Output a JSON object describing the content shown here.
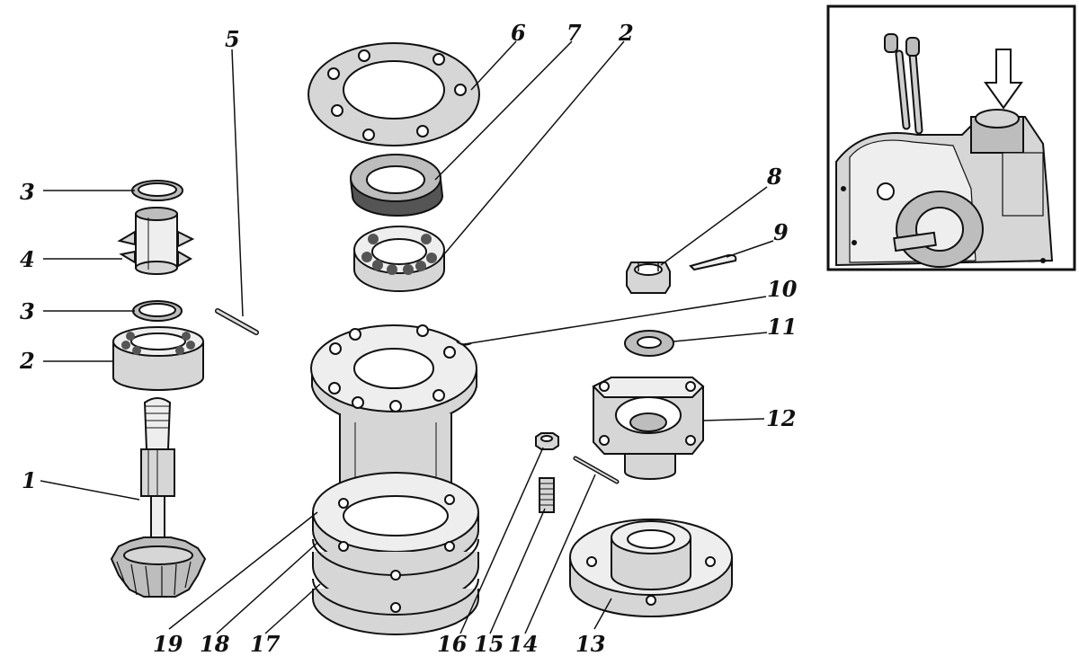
{
  "callouts": {
    "n1": "1",
    "n2a": "2",
    "n2b": "2",
    "n3a": "3",
    "n3b": "3",
    "n4": "4",
    "n5": "5",
    "n6": "6",
    "n7": "7",
    "n8": "8",
    "n9": "9",
    "n10": "10",
    "n11": "11",
    "n12": "12",
    "n13": "13",
    "n14": "14",
    "n15": "15",
    "n16": "16",
    "n17": "17",
    "n18": "18",
    "n19": "19"
  },
  "colors": {
    "ink": "#111111",
    "paper": "#ffffff",
    "shade": "#bdbdbd"
  }
}
